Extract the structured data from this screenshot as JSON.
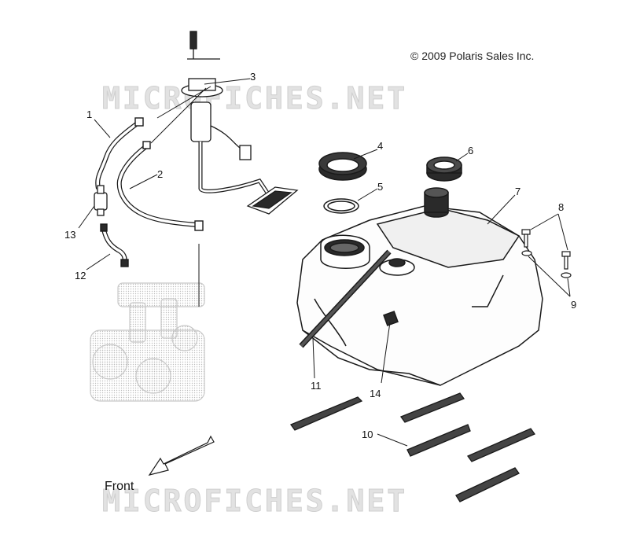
{
  "copyright": "© 2009 Polaris Sales Inc.",
  "watermark": "MICROFICHES.NET",
  "direction_label": "Front",
  "callouts": [
    "1",
    "2",
    "3",
    "4",
    "5",
    "6",
    "7",
    "8",
    "9",
    "10",
    "11",
    "12",
    "13",
    "14"
  ],
  "colors": {
    "line": "#1a1a1a",
    "fill_light": "#f4f4f4",
    "fill_dark": "#2a2a2a",
    "watermark": "#e2e2e2"
  }
}
